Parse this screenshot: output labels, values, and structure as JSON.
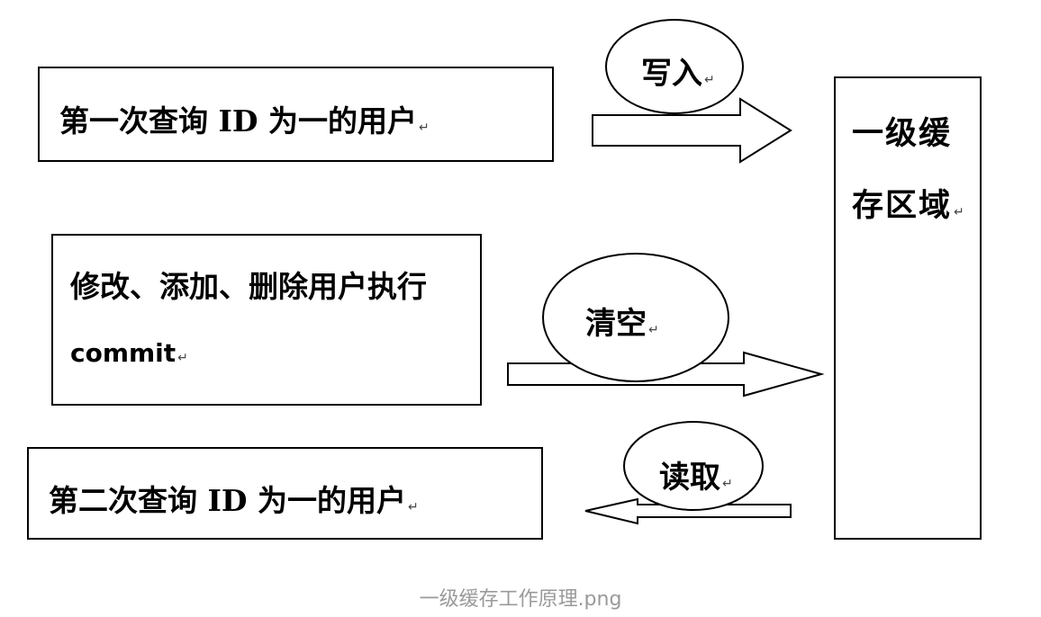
{
  "boxes": {
    "first_query": "第一次查询 ID 为一的用户",
    "modify_line1": "修改、添加、删除用户执行",
    "modify_line2": "commit",
    "second_query": "第二次查询 ID 为一的用户"
  },
  "ovals": {
    "write": "写入",
    "clear": "清空",
    "read": "读取"
  },
  "cache": {
    "line1": "一级缓",
    "line2": "存区域"
  },
  "return_mark": "↵",
  "caption": "一级缓存工作原理.png"
}
